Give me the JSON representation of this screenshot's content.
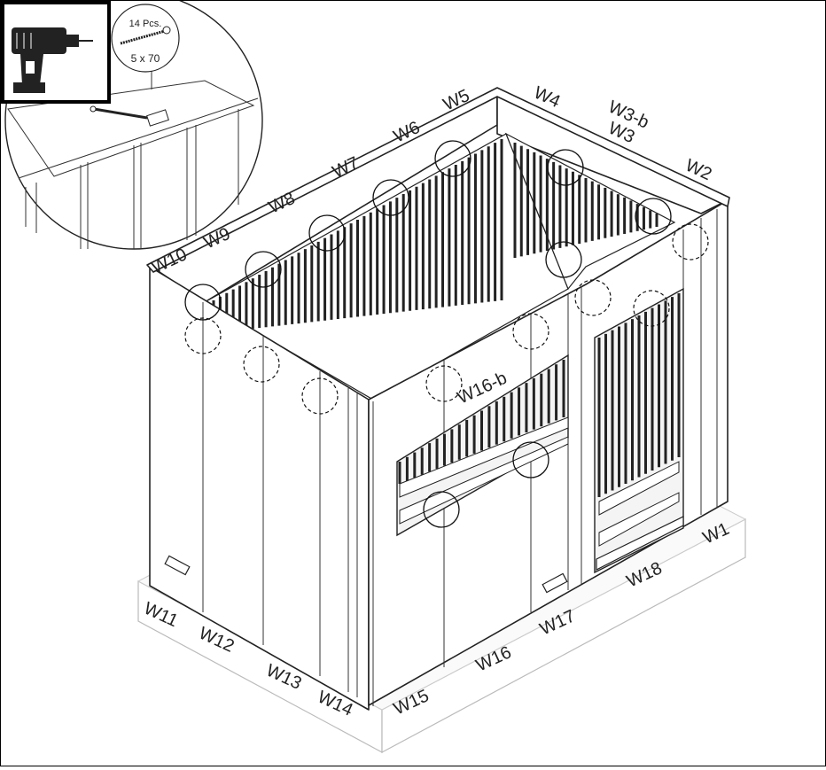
{
  "diagram": {
    "wall_labels": {
      "w1": "W1",
      "w2": "W2",
      "w3": "W3",
      "w3b": "W3-b",
      "w4": "W4",
      "w5": "W5",
      "w6": "W6",
      "w7": "W7",
      "w8": "W8",
      "w9": "W9",
      "w10": "W10",
      "w11": "W11",
      "w12": "W12",
      "w13": "W13",
      "w14": "W14",
      "w15": "W15",
      "w16": "W16",
      "w16b": "W16-b",
      "w17": "W17",
      "w18": "W18"
    },
    "screw_callout": {
      "quantity": "14 Pcs.",
      "size": "5 x 70"
    },
    "tool_icon": "cordless-drill-icon"
  }
}
